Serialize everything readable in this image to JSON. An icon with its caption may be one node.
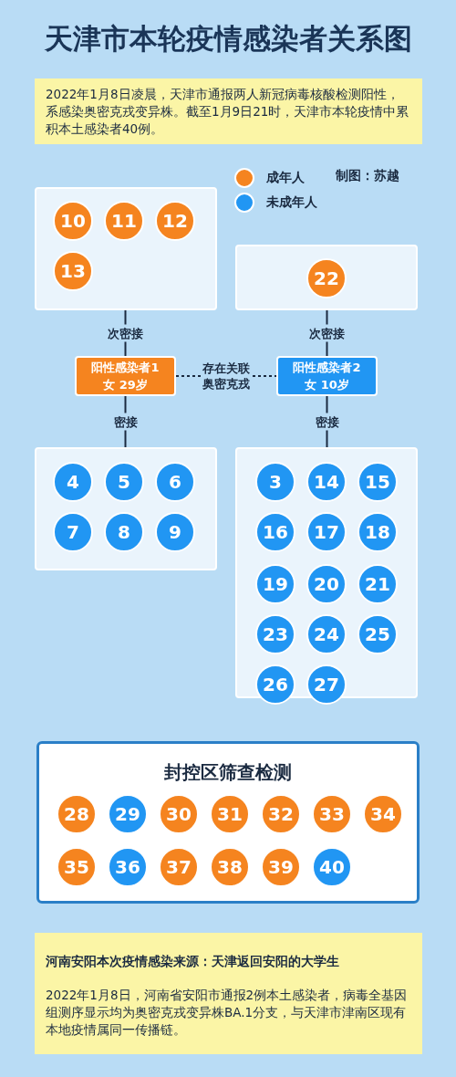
{
  "diagram": {
    "title": "天津市本轮疫情感染者关系图",
    "nodes": [
      {
        "text": [],
        "shape": "box"
      },
      {
        "text": [
          "10"
        ],
        "in": 0
      },
      {
        "text": [
          "11"
        ],
        "in": 0
      },
      {
        "text": [
          "12"
        ],
        "in": 0
      },
      {
        "text": [
          "13"
        ],
        "in": 0
      },
      {
        "text": [],
        "shape": "box"
      },
      {
        "text": [
          "22"
        ],
        "in": 5
      },
      {
        "text": [
          "阳性感染者1女 29岁"
        ]
      },
      {
        "text": [
          "阳性感染者2女 10岁"
        ]
      },
      {
        "text": [],
        "shape": "box"
      },
      {
        "text": [
          "4"
        ],
        "in": 9
      },
      {
        "text": [
          "5"
        ],
        "in": 9
      },
      {
        "text": [
          "6"
        ],
        "in": 9
      },
      {
        "text": [
          "7"
        ],
        "in": 9
      },
      {
        "text": [
          "8"
        ],
        "in": 9
      },
      {
        "text": [
          "9"
        ],
        "in": 9
      },
      {
        "text": [],
        "shape": "box"
      },
      {
        "text": [
          "3"
        ],
        "in": 16
      },
      {
        "text": [
          "14"
        ],
        "in": 16
      },
      {
        "text": [
          "15"
        ],
        "in": 16
      },
      {
        "text": [
          "16"
        ],
        "in": 16
      },
      {
        "text": [
          "17"
        ],
        "in": 16
      },
      {
        "text": [
          "18"
        ],
        "in": 16
      },
      {
        "text": [
          "19"
        ],
        "in": 16
      },
      {
        "text": [
          "20"
        ],
        "in": 16
      },
      {
        "text": [
          "21"
        ],
        "in": 16
      },
      {
        "text": [
          "23"
        ],
        "in": 16
      },
      {
        "text": [
          "24"
        ],
        "in": 16
      },
      {
        "text": [
          "25"
        ],
        "in": 16
      },
      {
        "text": [
          "26"
        ],
        "in": 16
      },
      {
        "text": [
          "27"
        ],
        "in": 16
      },
      {
        "text": [
          "封控区筛查检测"
        ]
      },
      {
        "text": [
          "28"
        ],
        "in": 31
      },
      {
        "text": [
          "29"
        ],
        "in": 31
      },
      {
        "text": [
          "30"
        ],
        "in": 31
      },
      {
        "text": [
          "31"
        ],
        "in": 31
      },
      {
        "text": [
          "32"
        ],
        "in": 31
      },
      {
        "text": [
          "33"
        ],
        "in": 31
      },
      {
        "text": [
          "34"
        ],
        "in": 31
      },
      {
        "text": [
          "35"
        ],
        "in": 31
      },
      {
        "text": [
          "36"
        ],
        "in": 31
      },
      {
        "text": [
          "37"
        ],
        "in": 31
      },
      {
        "text": [
          "38"
        ],
        "in": 31
      },
      {
        "text": [
          "39"
        ],
        "in": 31
      },
      {
        "text": [
          "40"
        ],
        "in": 31
      }
    ],
    "edges": [
      {
        "from": 0,
        "to": 7,
        "arrow": "none",
        "label": "次密接"
      },
      {
        "from": 7,
        "to": 9,
        "arrow": "none",
        "label": "密接"
      },
      {
        "from": 5,
        "to": 8,
        "arrow": "none",
        "label": "次密接"
      },
      {
        "from": 8,
        "to": 16,
        "arrow": "none",
        "label": "密接"
      },
      {
        "from": 7,
        "to": 8,
        "arrow": "none",
        "style": "dashed",
        "label": "存在关联奥密克戎"
      }
    ],
    "labels": [
      "2022年1月8日凌晨，天津市通报两人新冠病毒核酸检测阳性，系感染奥密克戎变异株。截至1月9日21时，天津市本轮疫情中累积本土感染者40例。",
      "制图：苏越",
      "河南安阳本次疫情感染来源：天津返回安阳的大学生",
      "2022年1月8日，河南省安阳市通报2例本土感染者，病毒全基因组测序显示均为奥密克戎变异株BA.1分支，与天津市津南区现有本地疫情属同一传播链。"
    ],
    "legend": [
      {
        "text": "成年人",
        "color": "#f5841f"
      },
      {
        "text": "未成年人",
        "color": "#2196f3"
      }
    ]
  }
}
